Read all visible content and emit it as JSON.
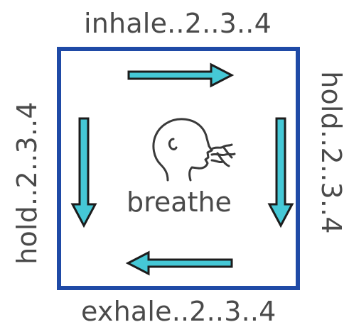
{
  "diagram": {
    "top_label": "inhale..2..3..4",
    "right_label": "hold..2..3..4",
    "bottom_label": "exhale..2..3..4",
    "left_label": "hold..2..3..4",
    "center_label": "breathe",
    "center_icon": "breathing-head-icon",
    "arrow_directions": [
      "right",
      "down",
      "left",
      "down"
    ],
    "colors": {
      "frame": "#1f4aa6",
      "arrow_fill": "#45c8d6",
      "arrow_outline": "#1c1c1c",
      "text": "#4a4a4a"
    }
  }
}
